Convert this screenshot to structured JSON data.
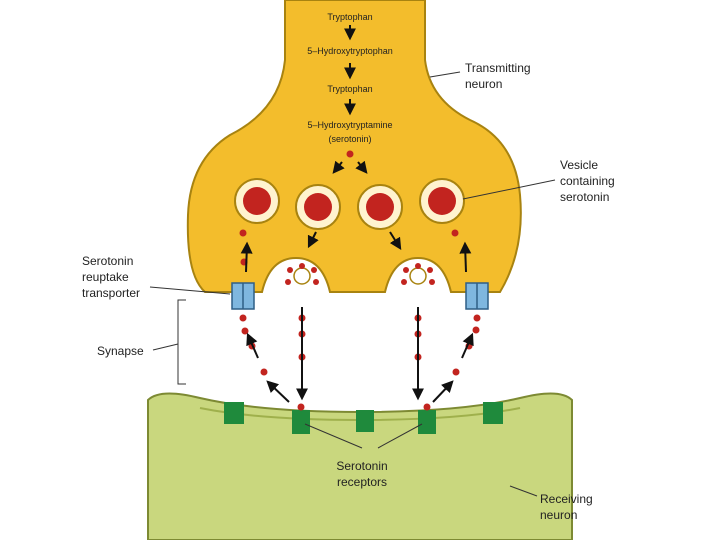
{
  "pathway": {
    "step1": "Tryptophan",
    "step2": "5–Hydroxytryptophan",
    "step3": "Tryptophan",
    "step4_line1": "5–Hydroxytryptamine",
    "step4_line2": "(serotonin)"
  },
  "labels": {
    "transmitting_line1": "Transmitting",
    "transmitting_line2": "neuron",
    "vesicle_line1": "Vesicle",
    "vesicle_line2": "containing",
    "vesicle_line3": "serotonin",
    "reuptake_line1": "Serotonin",
    "reuptake_line2": "reuptake",
    "reuptake_line3": "transporter",
    "synapse": "Synapse",
    "receptors_line1": "Serotonin",
    "receptors_line2": "receptors",
    "receiving_line1": "Receiving",
    "receiving_line2": "neuron"
  },
  "colors": {
    "transmitting_fill": "#f3bd2c",
    "transmitting_outline": "#a88310",
    "receiving_fill": "#c9d77e",
    "receiving_outline": "#7d8a33",
    "serotonin_dot": "#c2241f",
    "receptor": "#1f8a3c",
    "transporter": "#7fb7df"
  }
}
